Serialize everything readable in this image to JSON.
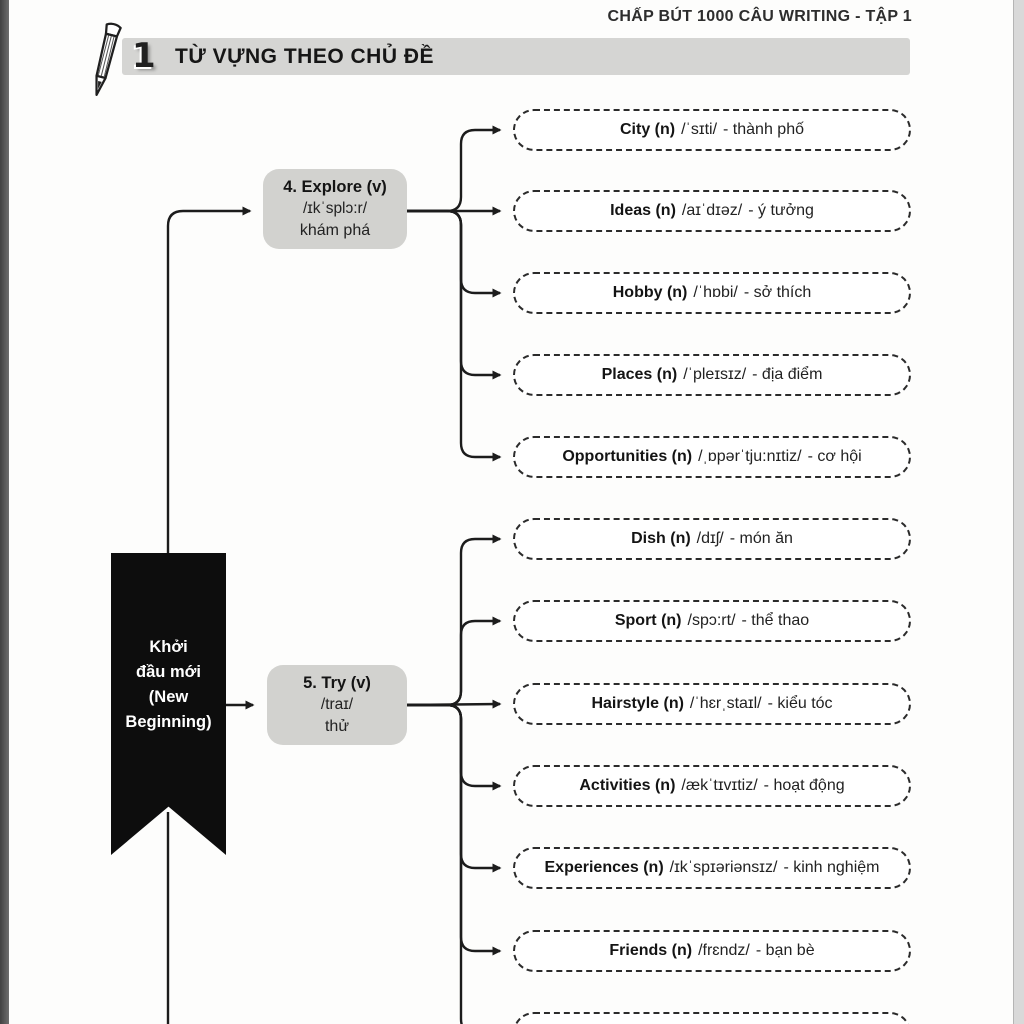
{
  "page": {
    "book_title": "CHẤP BÚT 1000 CÂU WRITING - TẬP 1",
    "section": {
      "number": "1",
      "title": "TỪ VỰNG THEO CHỦ ĐỀ"
    }
  },
  "colors": {
    "banner": "#d5d5d3",
    "node_fill": "#d2d2cf",
    "ribbon": "#0d0d0d",
    "line": "#1c1c1c",
    "leaf_border": "#2b2b2b"
  },
  "mindmap": {
    "root": {
      "lines": [
        "Khởi",
        "đầu mới",
        "(New",
        "Beginning)"
      ]
    },
    "branches": [
      {
        "title": "4. Explore (v)",
        "ipa": "/ɪkˈsplɔ:r/",
        "vi": "khám phá"
      },
      {
        "title": "5. Try (v)",
        "ipa": "/traɪ/",
        "vi": "thử"
      }
    ],
    "leaves": [
      {
        "head": "City (n)",
        "ipa": "/ˈsɪti/",
        "tail": "- thành phố"
      },
      {
        "head": "Ideas (n)",
        "ipa": "/aɪˈdɪəz/",
        "tail": "- ý tưởng"
      },
      {
        "head": "Hobby (n)",
        "ipa": "/ˈhɒbi/",
        "tail": "- sở thích"
      },
      {
        "head": "Places (n)",
        "ipa": "/ˈpleɪsɪz/",
        "tail": "- địa điểm"
      },
      {
        "head": "Opportunities (n)",
        "ipa": "/ˌɒpərˈtju:nɪtiz/",
        "tail": "- cơ hội"
      },
      {
        "head": "Dish (n)",
        "ipa": "/dɪʃ/",
        "tail": "- món ăn"
      },
      {
        "head": "Sport (n)",
        "ipa": "/spɔ:rt/",
        "tail": "- thể thao"
      },
      {
        "head": "Hairstyle (n)",
        "ipa": "/ˈhɛrˌstaɪl/",
        "tail": "- kiểu tóc"
      },
      {
        "head": "Activities (n)",
        "ipa": "/ækˈtɪvɪtiz/",
        "tail": "- hoạt động"
      },
      {
        "head": "Experiences (n)",
        "ipa": "/ɪkˈspɪəriənsɪz/",
        "tail": "- kinh nghiệm"
      },
      {
        "head": "Friends (n)",
        "ipa": "/frɛndz/",
        "tail": "- bạn bè"
      },
      {
        "head": "",
        "ipa": "",
        "tail": ""
      }
    ]
  }
}
